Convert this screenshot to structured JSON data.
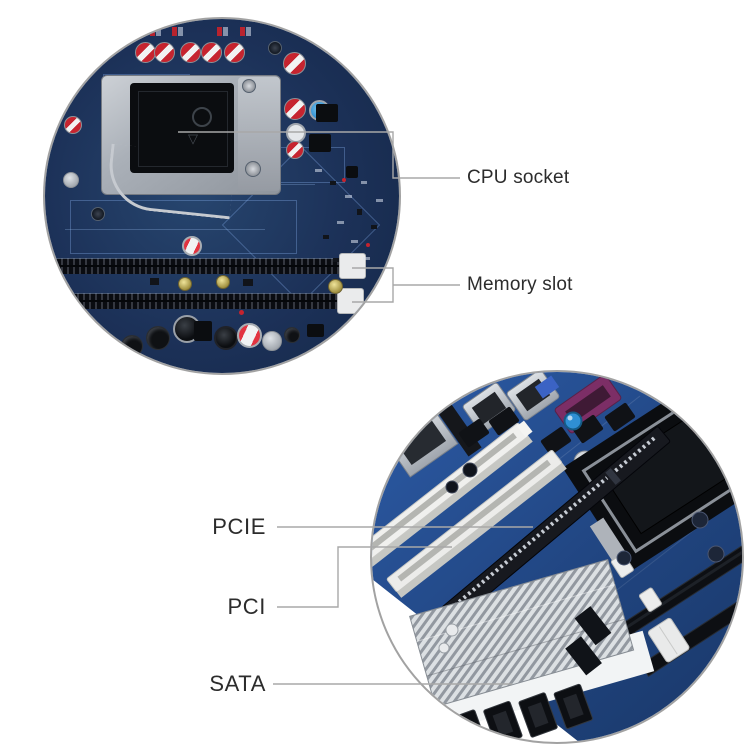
{
  "callouts": {
    "cpu_socket": "CPU socket",
    "memory_slot": "Memory slot",
    "pcie": "PCIE",
    "pci": "PCI",
    "sata": "SATA"
  },
  "colors": {
    "background": "#ffffff",
    "label_text": "#2c2c2c",
    "leader_line": "#a8a8a8",
    "circle_border": "#a2a2a2",
    "pcb_top_navy": "#1c3158",
    "pcb_bottom_blue": "#2e5fad",
    "capacitor_red": "#c5232e",
    "capacitor_blue": "#2f8fd4",
    "io_port_purple": "#7c2e66",
    "slot_black": "#17191f",
    "pci_slot_white": "#ececea",
    "heatsink_silver": "#c9ced4"
  }
}
